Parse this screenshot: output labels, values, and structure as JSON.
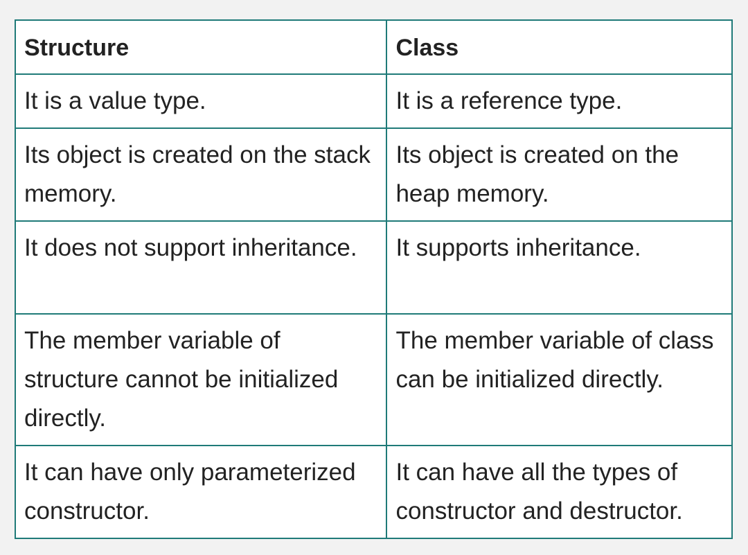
{
  "table": {
    "headers": [
      "Structure",
      "Class"
    ],
    "rows": [
      [
        "It is a value type.",
        "It is a reference type."
      ],
      [
        "Its object is created on the stack memory.",
        "Its object is created on the heap memory."
      ],
      [
        "It does not support inheritance.",
        "It supports inheritance."
      ],
      [
        "The member variable of structure cannot be initialized directly.",
        "The member variable of class can be initialized directly."
      ],
      [
        "It can have only parameterized constructor.",
        "It can have all the types of constructor and destructor."
      ]
    ]
  },
  "colors": {
    "border": "#1f7a78",
    "text": "#222222",
    "background": "#f2f2f2"
  }
}
